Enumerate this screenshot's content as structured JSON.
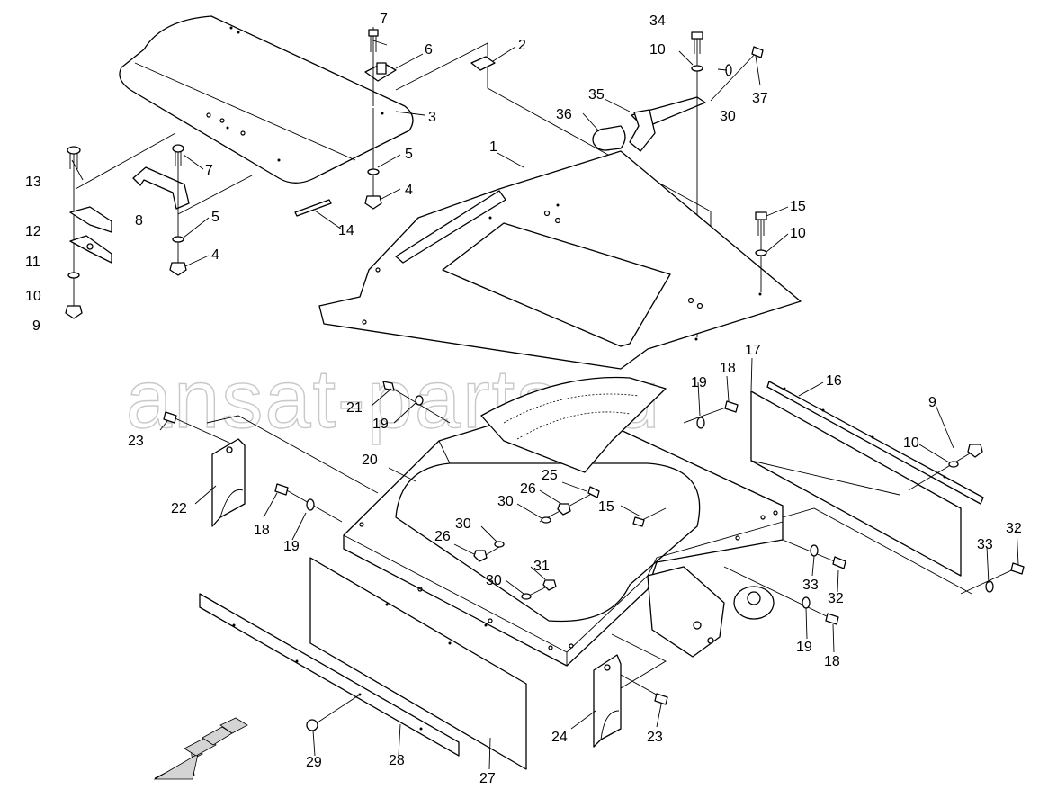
{
  "watermark": "ansat-parts.ru",
  "labels": {
    "p1": "1",
    "p2": "2",
    "p3": "3",
    "p4a": "4",
    "p4b": "4",
    "p5a": "5",
    "p5b": "5",
    "p6": "6",
    "p7a": "7",
    "p7b": "7",
    "p8": "8",
    "p9a": "9",
    "p9b": "9",
    "p10a": "10",
    "p10b": "10",
    "p10c": "10",
    "p10d": "10",
    "p11": "11",
    "p12": "12",
    "p13": "13",
    "p14": "14",
    "p15a": "15",
    "p15b": "15",
    "p16": "16",
    "p17": "17",
    "p18a": "18",
    "p18b": "18",
    "p18c": "18",
    "p19a": "19",
    "p19b": "19",
    "p19c": "19",
    "p19d": "19",
    "p20": "20",
    "p21": "21",
    "p22": "22",
    "p23a": "23",
    "p23b": "23",
    "p24": "24",
    "p25": "25",
    "p26a": "26",
    "p26b": "26",
    "p27": "27",
    "p28": "28",
    "p29": "29",
    "p30a": "30",
    "p30b": "30",
    "p30c": "30",
    "p30d": "30",
    "p31": "31",
    "p32a": "32",
    "p32b": "32",
    "p33a": "33",
    "p33b": "33",
    "p34": "34",
    "p35": "35",
    "p36": "36",
    "p37": "37"
  }
}
